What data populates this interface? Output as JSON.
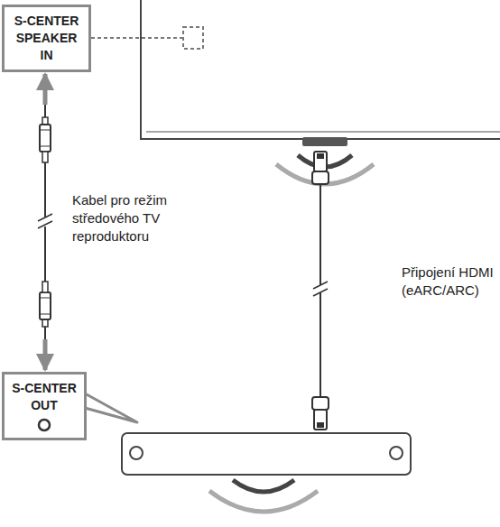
{
  "diagram": {
    "nodes": [
      {
        "text": [
          "S-CENTER SPEAKER IN"
        ]
      },
      {
        "text": [
          "S-CENTER OUT"
        ]
      }
    ],
    "edges": [
      {
        "from": 1,
        "to": 0,
        "arrow": "both",
        "label": "Kabel pro režim středového TV reproduktoru"
      }
    ],
    "labels": [
      "Připojení HDMI (eARC/ARC)"
    ]
  }
}
